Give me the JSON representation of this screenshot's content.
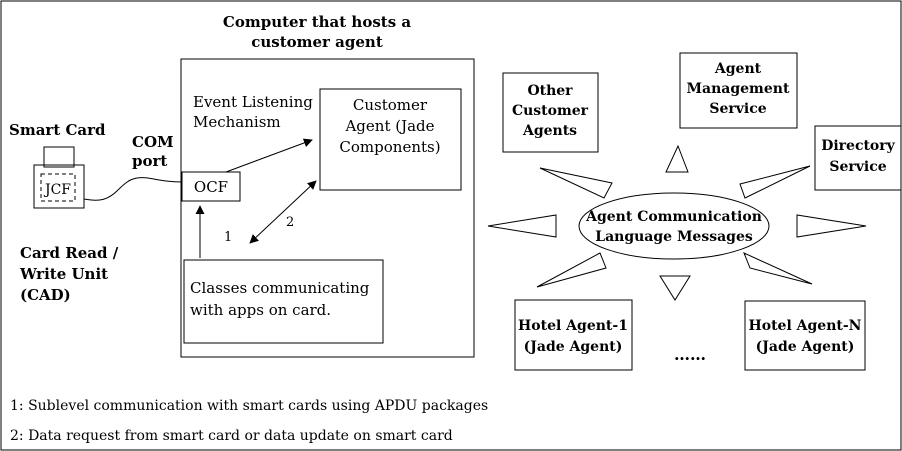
{
  "computer_box": {
    "title_line1": "Computer that hosts a",
    "title_line2": "customer agent",
    "event_line1": "Event Listening",
    "event_line2": "Mechanism",
    "customer_agent": [
      "Customer",
      "Agent (Jade",
      "Components)"
    ],
    "ocf": "OCF",
    "classes": [
      "Classes communicating",
      "with apps on card."
    ],
    "marker1": "1",
    "marker2": "2"
  },
  "left": {
    "smart_card": "Smart Card",
    "jcf": "JCF",
    "com_port": [
      "COM",
      "port"
    ],
    "cad": [
      "Card Read /",
      "Write Unit",
      "(CAD)"
    ]
  },
  "network": {
    "hub": [
      "Agent Communication",
      "Language Messages"
    ],
    "other_agents": [
      "Other",
      "Customer",
      "Agents"
    ],
    "agent_mgmt": [
      "Agent",
      "Management",
      "Service"
    ],
    "directory": [
      "Directory",
      "Service"
    ],
    "hotel1": [
      "Hotel Agent-1",
      "(Jade Agent)"
    ],
    "hotelN": [
      "Hotel Agent-N",
      "(Jade Agent)"
    ],
    "dots": "……"
  },
  "notes": {
    "note1": "1: Sublevel communication with smart cards using APDU packages",
    "note2": "2: Data request from smart card or data update on smart card"
  }
}
